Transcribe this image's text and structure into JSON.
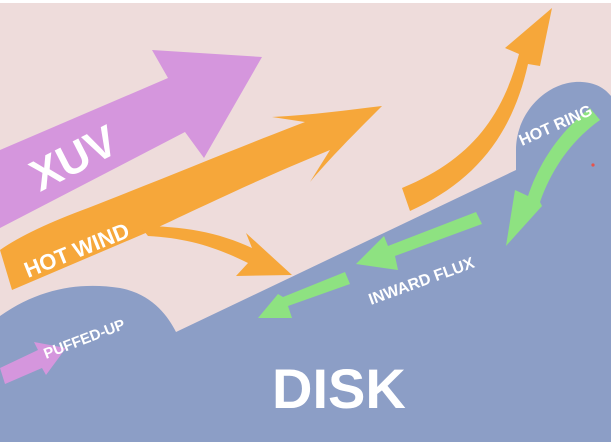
{
  "labels": {
    "xuv": "XUV",
    "hot_wind": "HOT WIND",
    "hot_ring": "HOT RING",
    "inward_flux": "INWARD FLUX",
    "puffed_up": "PUFFED-UP",
    "disk": "DISK"
  },
  "colors": {
    "sky": "#EEDCDB",
    "disk": "#8C9EC6",
    "xuv": "#D596DD",
    "hot_wind": "#F6A73A",
    "inward_flux": "#8EE281",
    "text": "#FFFFFF"
  }
}
